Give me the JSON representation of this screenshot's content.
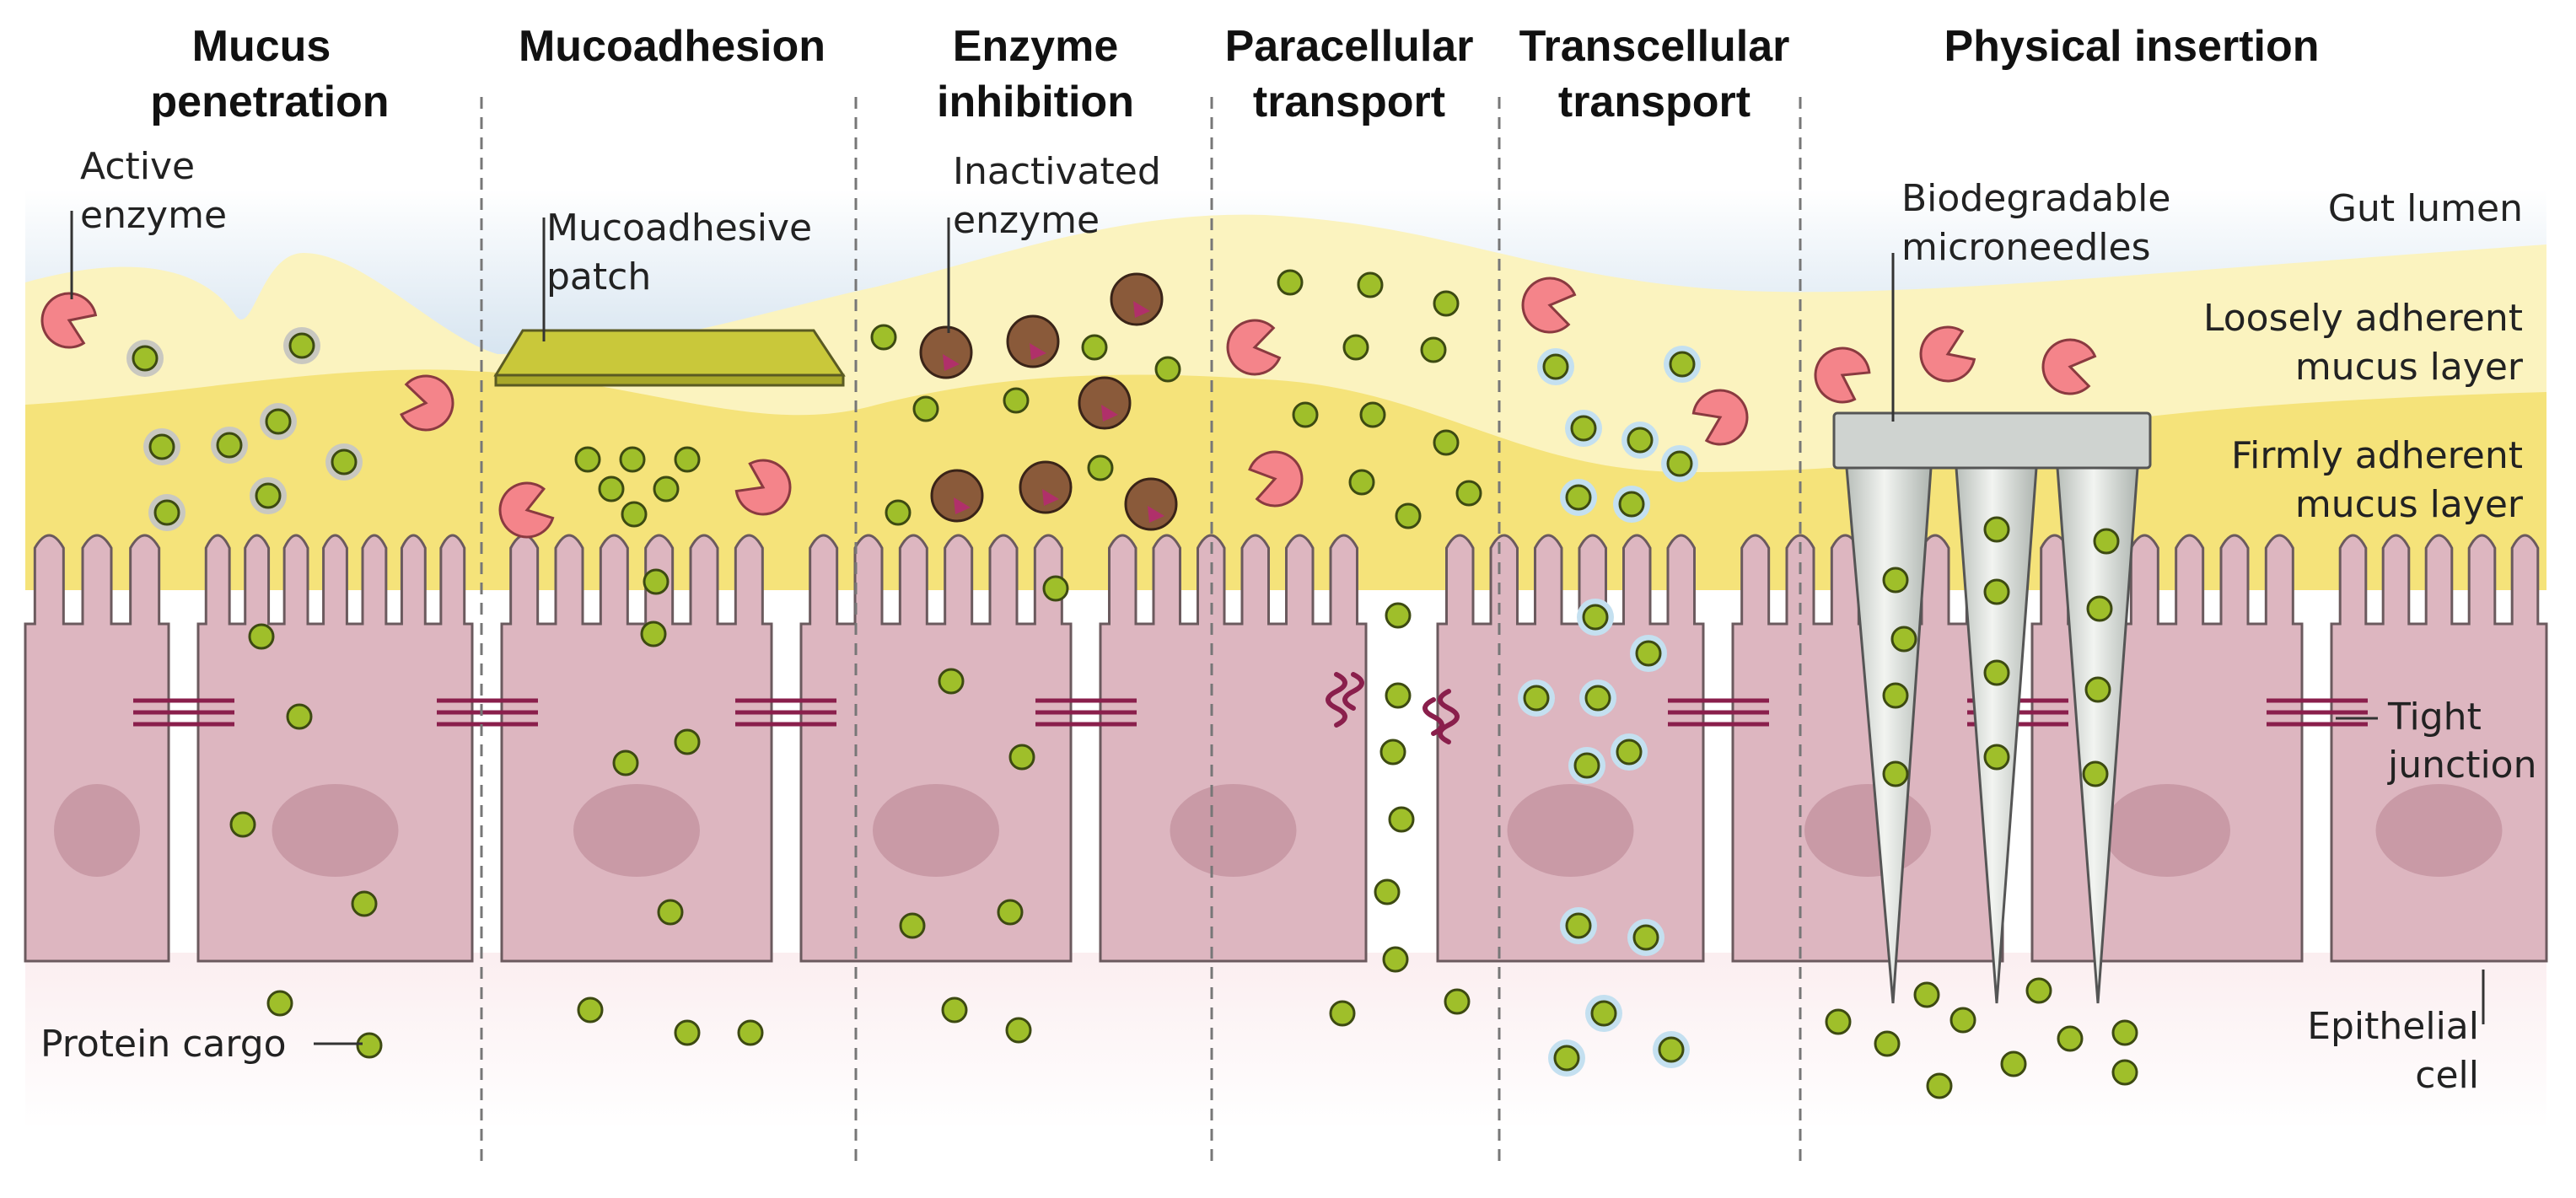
{
  "panels": [
    {
      "title": [
        "Mucus",
        "penetration"
      ]
    },
    {
      "title": [
        "Mucoadhesion"
      ]
    },
    {
      "title": [
        "Enzyme",
        "inhibition"
      ]
    },
    {
      "title": [
        "Paracellular",
        "transport"
      ]
    },
    {
      "title": [
        "Transcellular",
        "transport"
      ]
    },
    {
      "title": [
        "Physical insertion"
      ]
    }
  ],
  "labels": {
    "active_enzyme": [
      "Active",
      "enzyme"
    ],
    "mucoadhesive_patch": [
      "Mucoadhesive",
      "patch"
    ],
    "inactivated_enzyme": [
      "Inactivated",
      "enzyme"
    ],
    "microneedles": [
      "Biodegradable",
      "microneedles"
    ],
    "gut_lumen": "Gut lumen",
    "loose_mucus": [
      "Loosely adherent",
      "mucus layer"
    ],
    "firm_mucus": [
      "Firmly adherent",
      "mucus layer"
    ],
    "tight_junction": [
      "Tight",
      "junction"
    ],
    "epithelial_cell": [
      "Epithelial",
      "cell"
    ],
    "protein_cargo": "Protein cargo"
  },
  "colors": {
    "lumen": "#dde8f2",
    "loose_mucus": "#fbf3bf",
    "firm_mucus": "#f5e37a",
    "cell": "#ddb6c0",
    "cell_outline": "#6b5a5e",
    "nucleus": "#c99aa6",
    "junction": "#8a1f4c",
    "cargo": "#9fbf2a",
    "enzyme": "#f4848a",
    "inhibited_enzyme": "#8a5a3a",
    "patch": "#c9c83a",
    "needle": "#d4d8d4"
  }
}
